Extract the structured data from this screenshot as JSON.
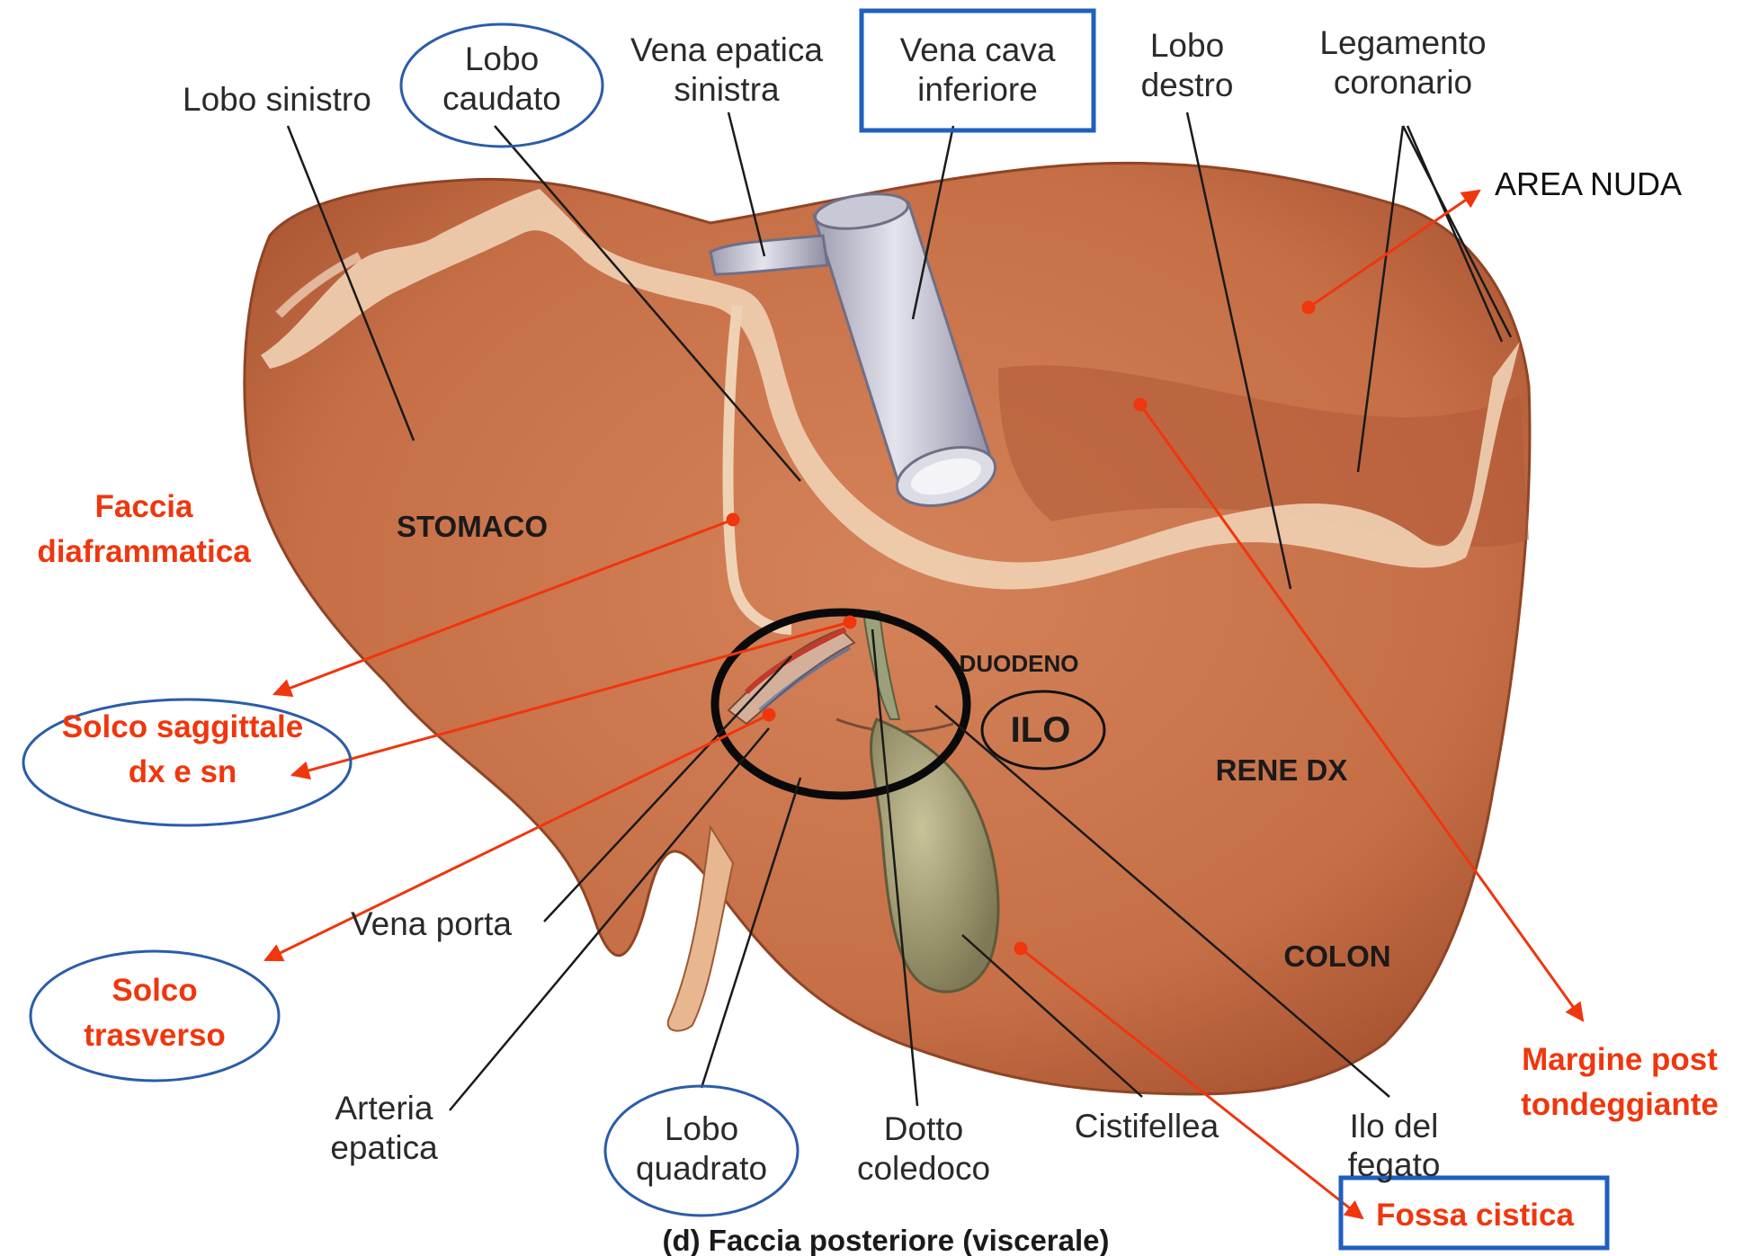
{
  "diagram": {
    "caption": "(d) Faccia posteriore (viscerale)",
    "anatomical_labels": {
      "lobo_sinistro": "Lobo sinistro",
      "lobo_caudato_1": "Lobo",
      "lobo_caudato_2": "caudato",
      "vena_epatica_1": "Vena epatica",
      "vena_epatica_2": "sinistra",
      "vena_cava_1": "Vena cava",
      "vena_cava_2": "inferiore",
      "lobo_destro_1": "Lobo",
      "lobo_destro_2": "destro",
      "legamento_1": "Legamento",
      "legamento_2": "coronario",
      "vena_porta": "Vena porta",
      "arteria_1": "Arteria",
      "arteria_2": "epatica",
      "lobo_quadrato_1": "Lobo",
      "lobo_quadrato_2": "quadrato",
      "dotto_1": "Dotto",
      "dotto_2": "coledoco",
      "cistifellea": "Cistifellea",
      "ilo_fegato_1": "Ilo del",
      "ilo_fegato_2": "fegato"
    },
    "annotations": {
      "area_nuda": "AREA NUDA",
      "faccia_1": "Faccia",
      "faccia_2": "diaframmatica",
      "solco_sagg_1": "Solco saggittale",
      "solco_sagg_2": "dx e sn",
      "solco_tras_1": "Solco",
      "solco_tras_2": "trasverso",
      "margine_1": "Margine post",
      "margine_2": "tondeggiante",
      "fossa_cistica": "Fossa cistica",
      "ilo": "ILO"
    },
    "organ_impressions": {
      "stomaco": "STOMACO",
      "duodeno": "DUODENO",
      "rene": "RENE DX",
      "colon": "COLON"
    },
    "colors": {
      "liver": "#c8704a",
      "liver_light": "#d98a5f",
      "liver_dark": "#a3502e",
      "vessel": "#b9b9c9",
      "gallbladder": "#a8a27a",
      "annotation_red": "#f0360d",
      "circle_blue": "#2a5caa",
      "box_blue": "#1f5fbf"
    }
  }
}
